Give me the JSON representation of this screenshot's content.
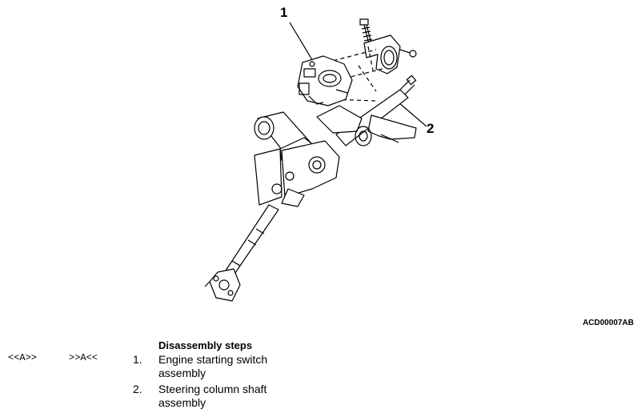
{
  "figure": {
    "callouts": [
      "1",
      "2"
    ],
    "code": "ACD00007AB"
  },
  "steps": {
    "title": "Disassembly steps",
    "ref_removal": "<<A>>",
    "ref_install": ">>A<<",
    "items": [
      {
        "num": "1.",
        "text": "Engine starting switch assembly"
      },
      {
        "num": "2.",
        "text": "Steering column shaft assembly"
      }
    ]
  }
}
